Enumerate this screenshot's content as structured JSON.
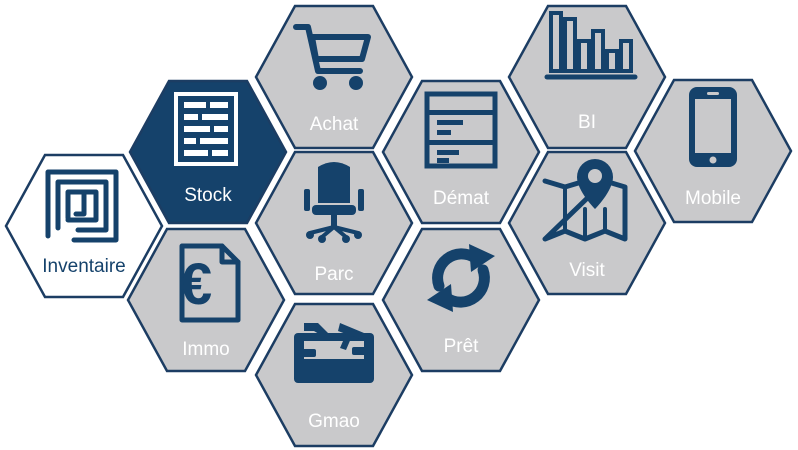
{
  "colors": {
    "hex_fill": "#c9c9cb",
    "hex_stroke": "#1c3d63",
    "icon": "#15426b",
    "label": "#ffffff",
    "active_fill": "#15426b",
    "inventory_fill": "#ffffff",
    "inventory_label": "#15426b"
  },
  "modules": [
    {
      "id": "inventaire",
      "label": "Inventaire",
      "icon": "inventory-tag-icon",
      "state": "outlined"
    },
    {
      "id": "stock",
      "label": "Stock",
      "icon": "shelf-icon",
      "state": "active"
    },
    {
      "id": "achat",
      "label": "Achat",
      "icon": "shopping-cart-icon",
      "state": "default"
    },
    {
      "id": "immo",
      "label": "Immo",
      "icon": "euro-document-icon",
      "state": "default"
    },
    {
      "id": "parc",
      "label": "Parc",
      "icon": "office-chair-icon",
      "state": "default"
    },
    {
      "id": "gmao",
      "label": "Gmao",
      "icon": "toolbox-icon",
      "state": "default"
    },
    {
      "id": "demat",
      "label": "Démat",
      "icon": "document-form-icon",
      "state": "default"
    },
    {
      "id": "pret",
      "label": "Prêt",
      "icon": "recycle-arrows-icon",
      "state": "default"
    },
    {
      "id": "bi",
      "label": "BI",
      "icon": "bar-chart-icon",
      "state": "default"
    },
    {
      "id": "visit",
      "label": "Visit",
      "icon": "map-pin-icon",
      "state": "default"
    },
    {
      "id": "mobile",
      "label": "Mobile",
      "icon": "smartphone-icon",
      "state": "default"
    }
  ]
}
